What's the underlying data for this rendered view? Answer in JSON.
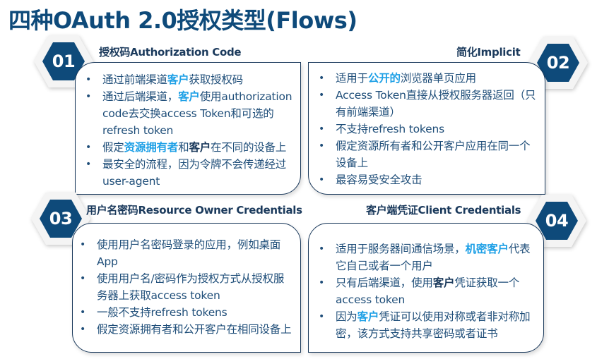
{
  "title": "四种OAuth 2.0授权类型(Flows)",
  "colors": {
    "title": "#0e4a7a",
    "hexagon": "#0e4a7a",
    "text": "#1f4e79",
    "highlight": "#1ea0e6",
    "border": "#1b3a5c"
  },
  "flows": [
    {
      "number": "01",
      "title": "授权码Authorization Code",
      "items": [
        {
          "parts": [
            {
              "t": "通过前端渠道"
            },
            {
              "t": "客户",
              "hl": true
            },
            {
              "t": "获取授权码"
            }
          ]
        },
        {
          "parts": [
            {
              "t": "通过后端渠道，"
            },
            {
              "t": "客户",
              "hl": true
            },
            {
              "t": "使用authorization code去交换access Token和可选的refresh token"
            }
          ]
        },
        {
          "parts": [
            {
              "t": "假定"
            },
            {
              "t": "资源拥有者",
              "hl": true
            },
            {
              "t": "和"
            },
            {
              "t": "客户",
              "dk": true
            },
            {
              "t": "在不同的设备上"
            }
          ]
        },
        {
          "parts": [
            {
              "t": "最安全的流程，因为令牌不会传递经过user-agent"
            }
          ]
        }
      ]
    },
    {
      "number": "02",
      "title": "简化Implicit",
      "items": [
        {
          "parts": [
            {
              "t": "适用于"
            },
            {
              "t": "公开的",
              "hl": true
            },
            {
              "t": "浏览器单页应用"
            }
          ]
        },
        {
          "parts": [
            {
              "t": "Access Token直接从授权服务器返回（只有前端渠道）"
            }
          ]
        },
        {
          "parts": [
            {
              "t": "不支持refresh tokens"
            }
          ]
        },
        {
          "parts": [
            {
              "t": "假定资源所有者和公开客户应用在同一个设备上"
            }
          ]
        },
        {
          "parts": [
            {
              "t": "最容易受安全攻击"
            }
          ]
        }
      ]
    },
    {
      "number": "03",
      "title": "用户名密码Resource Owner Credentials",
      "items": [
        {
          "parts": [
            {
              "t": "使用用户名密码登录的应用，例如桌面App"
            }
          ]
        },
        {
          "parts": [
            {
              "t": "使用用户名/密码作为授权方式从授权服务器上获取access token"
            }
          ]
        },
        {
          "parts": [
            {
              "t": "一般不支持refresh tokens"
            }
          ]
        },
        {
          "parts": [
            {
              "t": "假定资源拥有者和公开客户在相同设备上"
            }
          ]
        }
      ]
    },
    {
      "number": "04",
      "title": "客户端凭证Client Credentials",
      "items": [
        {
          "parts": [
            {
              "t": "适用于服务器间通信场景，"
            },
            {
              "t": "机密客户",
              "hl": true
            },
            {
              "t": "代表它自己或者一个用户"
            }
          ]
        },
        {
          "parts": [
            {
              "t": "只有后端渠道，使用"
            },
            {
              "t": "客户",
              "dk": true
            },
            {
              "t": "凭证获取一个access token"
            }
          ]
        },
        {
          "parts": [
            {
              "t": "因为"
            },
            {
              "t": "客户",
              "hl": true
            },
            {
              "t": "凭证可以使用对称或者非对称加密，该方式支持共享密码或者证书"
            }
          ]
        }
      ]
    }
  ]
}
